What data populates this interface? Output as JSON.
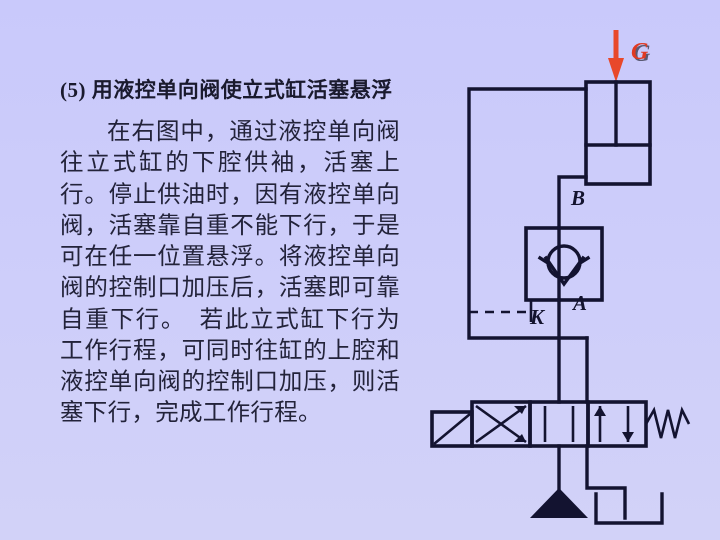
{
  "slide": {
    "title": "(5) 用液控单向阀使立式缸活塞悬浮",
    "body": "在右图中，通过液控单向阀往立式缸的下腔供袖，活塞上行。停止供油时，因有液控单向阀，活塞靠自重不能下行，于是可在任一位置悬浮。将液控单向阀的控制口加压后，活塞即可靠自重下行。　若此立式缸下行为工作行程，可同时往缸的上腔和液控单向阀的控制口加压，则活塞下行，完成工作行程。",
    "background_color": "#ccccfa",
    "line_color": "#131330"
  },
  "diagram": {
    "name": "hydraulic-circuit-pilot-operated-check-valve",
    "labels": {
      "load": "G",
      "port_b": "B",
      "port_a": "A",
      "pilot_port": "K"
    },
    "colors": {
      "load_arrow": "#e8482a",
      "load_text": "#e03a22",
      "lines": "#131330"
    },
    "components": [
      {
        "name": "vertical-cylinder",
        "label": ""
      },
      {
        "name": "load-arrow",
        "label": "G"
      },
      {
        "name": "pilot-operated-check-valve",
        "label": ""
      },
      {
        "name": "port-b-line",
        "label": "B"
      },
      {
        "name": "port-a-line",
        "label": "A"
      },
      {
        "name": "pilot-control-line",
        "label": "K"
      },
      {
        "name": "three-position-four-way-directional-valve",
        "label": ""
      },
      {
        "name": "lever-actuator",
        "label": ""
      },
      {
        "name": "return-spring",
        "label": ""
      },
      {
        "name": "pump",
        "label": ""
      },
      {
        "name": "tank",
        "label": ""
      }
    ]
  }
}
